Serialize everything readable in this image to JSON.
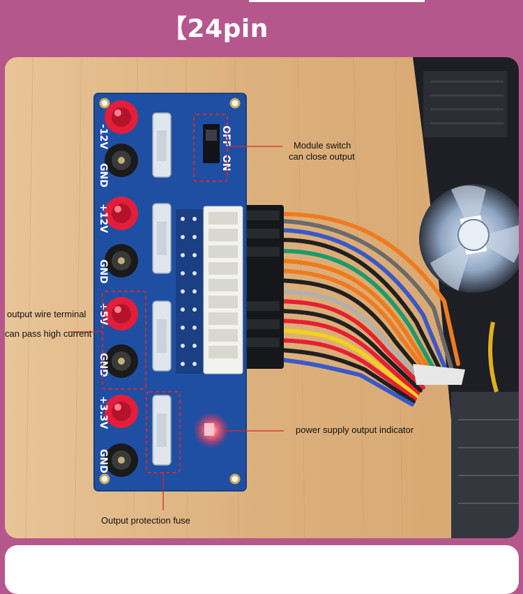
{
  "title": "【24pin",
  "board_silkscreen": {
    "minus12v": "-12V",
    "gnd_1": "GND",
    "plus12v": "+12V",
    "gnd_2": "GND",
    "plus5v": "+5V",
    "gnd_3": "GND",
    "plus3_3v": "+3.3V",
    "gnd_4": "GND",
    "switch_off": "OFF",
    "switch_on": "ON"
  },
  "callouts": {
    "module_switch_line1": "Module switch",
    "module_switch_line2": "can close output",
    "output_terminal_line1": "output wire terminal",
    "output_terminal_line2": "can pass high current",
    "indicator": "power supply output indicator",
    "fuse": "Output protection fuse"
  },
  "colors": {
    "background": "#b5578c",
    "card": "#ffffff",
    "pcb": "#1f4fa3",
    "callout_line": "#d42a2a"
  }
}
